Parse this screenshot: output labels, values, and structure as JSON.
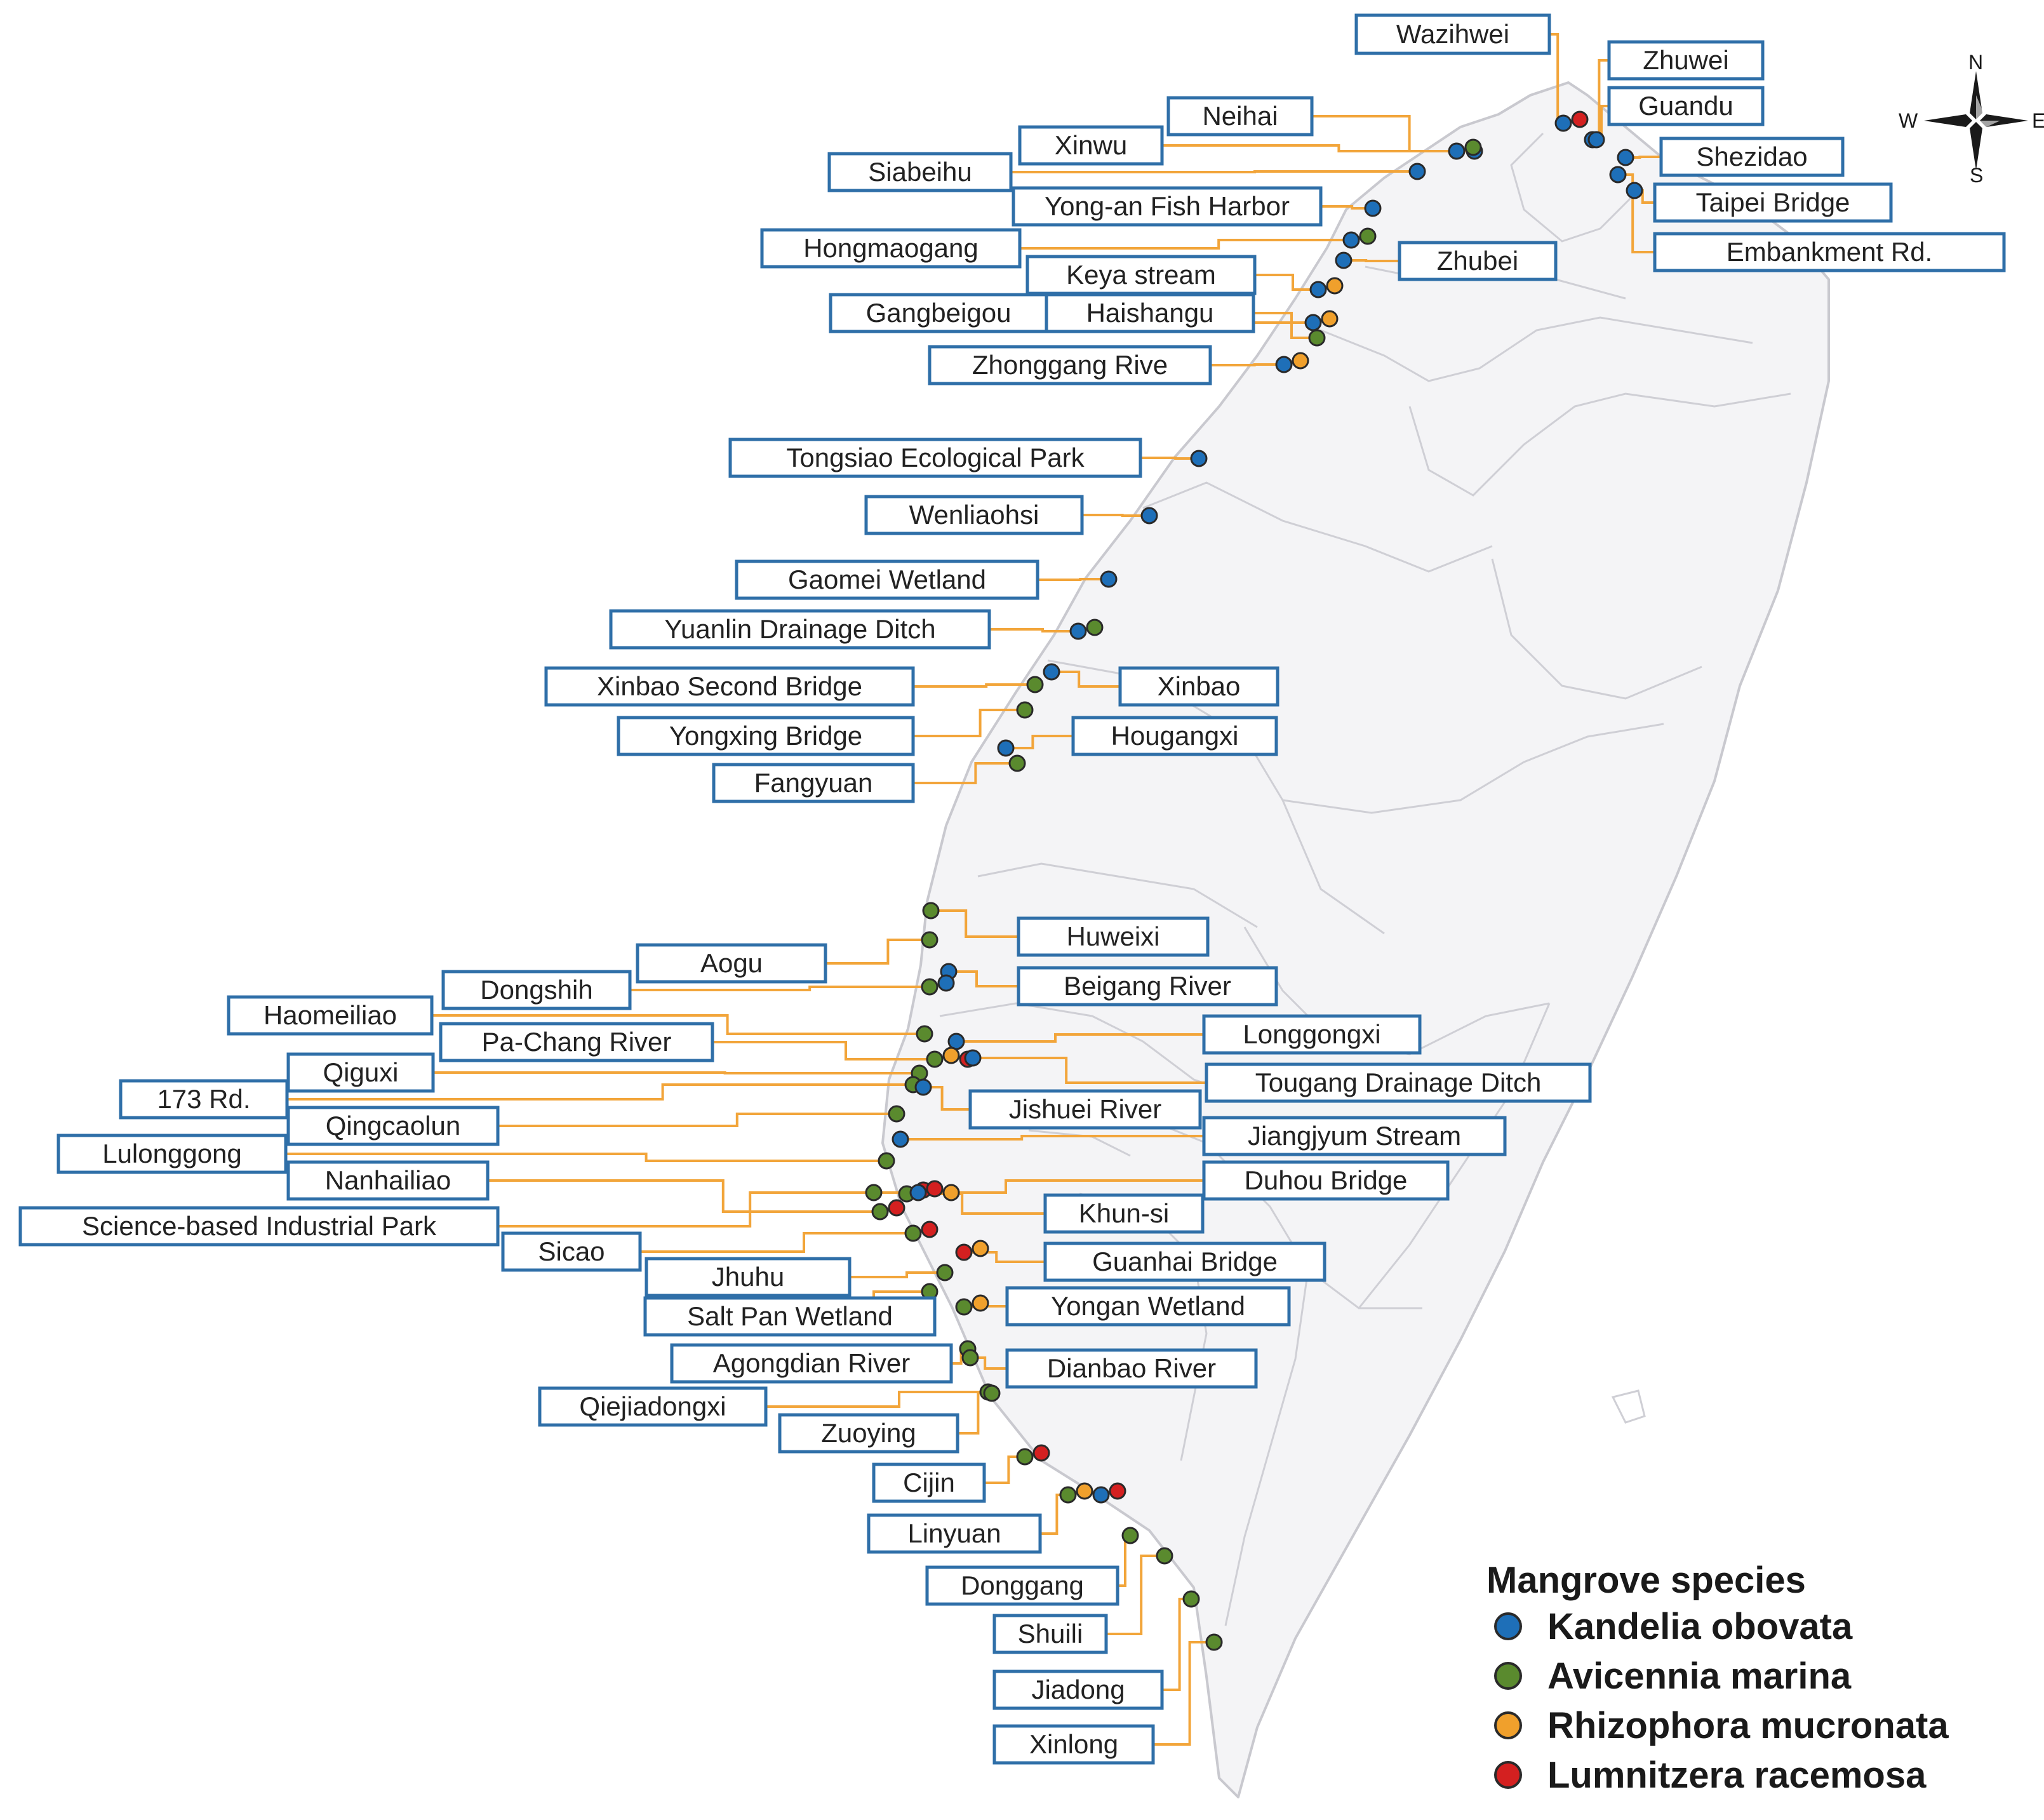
{
  "colors": {
    "kandelia": "#1e6fb8",
    "avicennia": "#5a8a2e",
    "rhizophora": "#f0a02c",
    "lumnitzera": "#d42020",
    "label_border": "#2f6fa8",
    "leader_line": "#f2a53a",
    "land_fill": "#f4f4f6",
    "boundary": "#c9c9cf"
  },
  "compass": {
    "n": "N",
    "e": "E",
    "s": "S",
    "w": "W"
  },
  "legend": {
    "title": "Mangrove species",
    "items": [
      {
        "label": "Kandelia obovata",
        "color_key": "kandelia"
      },
      {
        "label": "Avicennia marina",
        "color_key": "avicennia"
      },
      {
        "label": "Rhizophora mucronata",
        "color_key": "rhizophora"
      },
      {
        "label": "Lumnitzera racemosa",
        "color_key": "lumnitzera"
      }
    ]
  },
  "sites": [
    {
      "name": "Wazihwei",
      "species": [
        "kandelia",
        "lumnitzera"
      ]
    },
    {
      "name": "Zhuwei",
      "species": [
        "kandelia"
      ]
    },
    {
      "name": "Guandu",
      "species": [
        "kandelia"
      ]
    },
    {
      "name": "Shezidao",
      "species": [
        "kandelia"
      ]
    },
    {
      "name": "Taipei Bridge",
      "species": [
        "kandelia"
      ]
    },
    {
      "name": "Embankment Rd.",
      "species": [
        "kandelia"
      ]
    },
    {
      "name": "Neihai",
      "species": [
        "kandelia"
      ]
    },
    {
      "name": "Xinwu",
      "species": [
        "kandelia",
        "avicennia"
      ]
    },
    {
      "name": "Siabeihu",
      "species": [
        "kandelia"
      ]
    },
    {
      "name": "Yong-an Fish Harbor",
      "species": [
        "kandelia"
      ]
    },
    {
      "name": "Hongmaogang",
      "species": [
        "kandelia",
        "avicennia"
      ]
    },
    {
      "name": "Zhubei",
      "species": [
        "kandelia"
      ]
    },
    {
      "name": "Keya stream",
      "species": [
        "kandelia",
        "rhizophora"
      ]
    },
    {
      "name": "Gangbeigou",
      "species": [
        "kandelia",
        "rhizophora"
      ]
    },
    {
      "name": "Haishangu",
      "species": [
        "avicennia"
      ]
    },
    {
      "name": "Zhonggang  Rive",
      "species": [
        "kandelia",
        "rhizophora"
      ]
    },
    {
      "name": "Tongsiao  Ecological Park",
      "species": [
        "kandelia"
      ]
    },
    {
      "name": "Wenliaohsi",
      "species": [
        "kandelia"
      ]
    },
    {
      "name": "Gaomei Wetland",
      "species": [
        "kandelia"
      ]
    },
    {
      "name": "Yuanlin Drainage Ditch",
      "species": [
        "kandelia",
        "avicennia"
      ]
    },
    {
      "name": "Xinbao Second Bridge",
      "species": [
        "avicennia"
      ]
    },
    {
      "name": "Xinbao",
      "species": [
        "kandelia"
      ]
    },
    {
      "name": "Yongxing Bridge",
      "species": [
        "avicennia"
      ]
    },
    {
      "name": "Hougangxi",
      "species": [
        "kandelia"
      ]
    },
    {
      "name": "Fangyuan",
      "species": [
        "avicennia"
      ]
    },
    {
      "name": "Huweixi",
      "species": [
        "avicennia"
      ]
    },
    {
      "name": "Aogu",
      "species": [
        "avicennia"
      ]
    },
    {
      "name": "Beigang River",
      "species": [
        "kandelia"
      ]
    },
    {
      "name": "Dongshih",
      "species": [
        "avicennia",
        "kandelia"
      ]
    },
    {
      "name": "Haomeiliao",
      "species": [
        "avicennia"
      ]
    },
    {
      "name": "Longgongxi",
      "species": [
        "kandelia"
      ]
    },
    {
      "name": "Pa-Chang River",
      "species": [
        "avicennia",
        "rhizophora",
        "lumnitzera"
      ]
    },
    {
      "name": "Tougang  Drainage Ditch",
      "species": [
        "kandelia"
      ]
    },
    {
      "name": "Qiguxi",
      "species": [
        "avicennia"
      ]
    },
    {
      "name": "173 Rd.",
      "species": [
        "avicennia"
      ]
    },
    {
      "name": "Jishuei River",
      "species": [
        "kandelia"
      ]
    },
    {
      "name": "Qingcaolun",
      "species": [
        "avicennia"
      ]
    },
    {
      "name": "Jiangjyum Stream",
      "species": [
        "kandelia"
      ]
    },
    {
      "name": "Lulonggong",
      "species": [
        "avicennia"
      ]
    },
    {
      "name": "Duhou Bridge",
      "species": [
        "avicennia"
      ]
    },
    {
      "name": "Nanhailiao",
      "species": [
        "avicennia",
        "lumnitzera"
      ]
    },
    {
      "name": "Khun-si",
      "species": [
        "avicennia",
        "lumnitzera"
      ]
    },
    {
      "name": "Science-based Industrial Park",
      "species": [
        "kandelia",
        "lumnitzera",
        "rhizophora"
      ]
    },
    {
      "name": "Sicao",
      "species": [
        "avicennia",
        "lumnitzera"
      ]
    },
    {
      "name": "Guanhai  Bridge",
      "species": [
        "lumnitzera",
        "rhizophora"
      ]
    },
    {
      "name": "Jhuhu",
      "species": [
        "avicennia"
      ]
    },
    {
      "name": "Yongan  Wetland",
      "species": [
        "avicennia",
        "rhizophora"
      ]
    },
    {
      "name": "Salt Pan Wetland",
      "species": [
        "avicennia"
      ]
    },
    {
      "name": "Agongdian River",
      "species": [
        "avicennia"
      ]
    },
    {
      "name": "Dianbao River",
      "species": [
        "avicennia"
      ]
    },
    {
      "name": "Qiejiadongxi",
      "species": [
        "avicennia"
      ]
    },
    {
      "name": "Zuoying",
      "species": [
        "avicennia"
      ]
    },
    {
      "name": "Cijin",
      "species": [
        "avicennia",
        "lumnitzera"
      ]
    },
    {
      "name": "Linyuan",
      "species": [
        "avicennia",
        "rhizophora",
        "kandelia",
        "lumnitzera"
      ]
    },
    {
      "name": "Donggang",
      "species": [
        "avicennia"
      ]
    },
    {
      "name": "Shuili",
      "species": [
        "avicennia"
      ]
    },
    {
      "name": "Jiadong",
      "species": [
        "avicennia"
      ]
    },
    {
      "name": "Xinlong",
      "species": [
        "avicennia"
      ]
    }
  ]
}
